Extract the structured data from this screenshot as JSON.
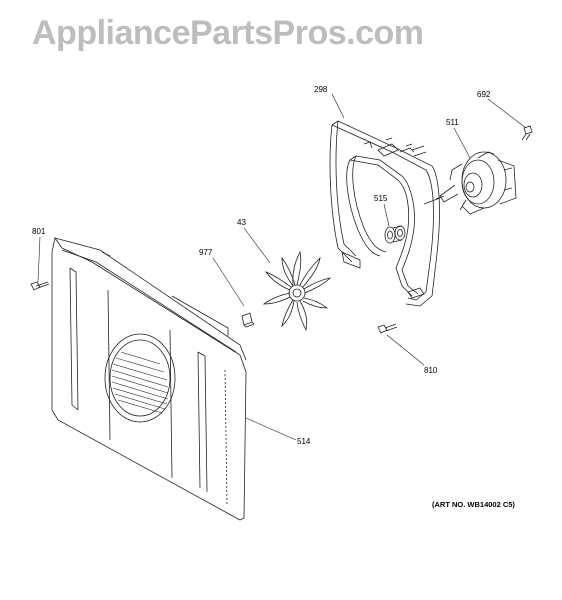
{
  "watermark": {
    "text": "AppliancePartsPros.com"
  },
  "art_number": "(ART NO. WB14002 C5)",
  "callouts": {
    "c298": "298",
    "c692": "692",
    "c511": "511",
    "c515": "515",
    "c43": "43",
    "c977": "977",
    "c801": "801",
    "c810": "810",
    "c514": "514"
  }
}
